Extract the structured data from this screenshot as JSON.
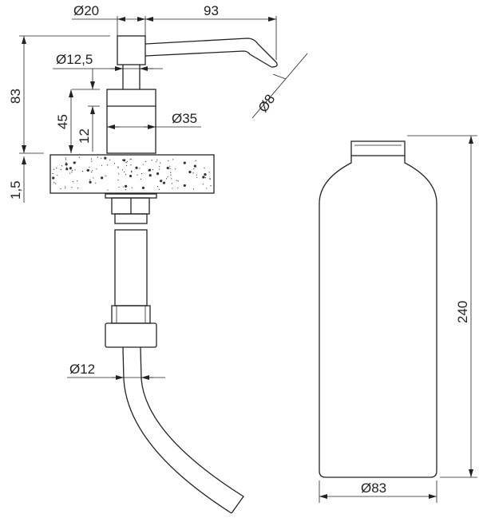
{
  "dispenser": {
    "dims": {
      "head_diameter": "Ø20",
      "spout_length": "93",
      "stem_diameter": "Ø12,5",
      "nozzle_diameter": "Ø8",
      "total_height": "83",
      "body_height": "45",
      "ring_height": "12",
      "body_diameter": "Ø35",
      "counter_thickness": "1,5",
      "hose_diameter": "Ø12"
    }
  },
  "bottle": {
    "dims": {
      "height": "240",
      "diameter": "Ø83"
    }
  }
}
